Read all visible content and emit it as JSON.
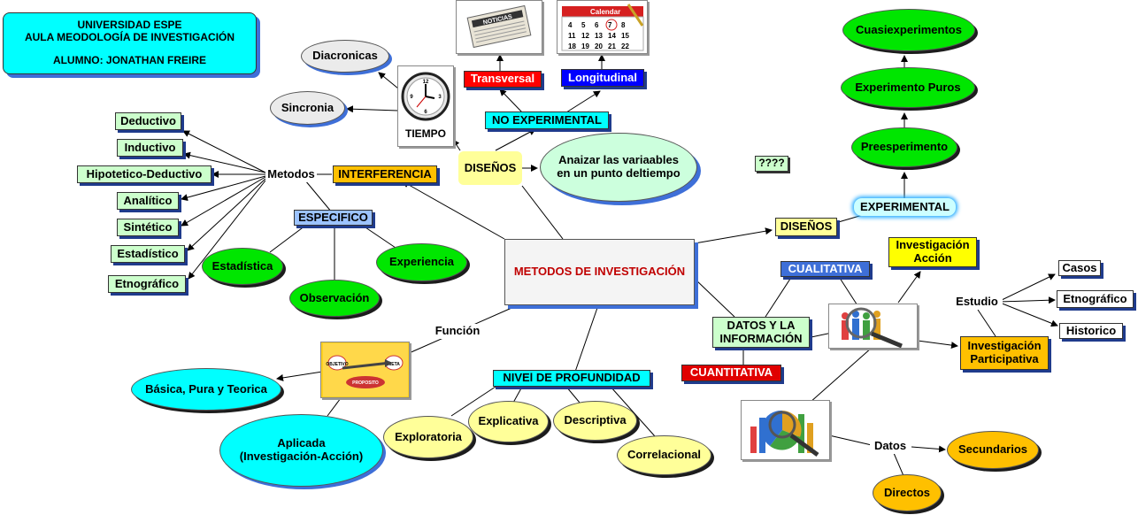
{
  "colors": {
    "cyan": "#00ffff",
    "green": "#00e600",
    "lightgreen": "#ccffcc",
    "yellow": "#ffff00",
    "paleyellow": "#ffff99",
    "orange": "#ffc000",
    "red": "#ff0000",
    "blue": "#0000ff",
    "steelblue": "#9cc3ff",
    "cardblue": "#3e6fd8",
    "lightcyan": "#ccffdd"
  },
  "header": {
    "line1": "UNIVERSIDAD ESPE",
    "line2": "AULA MEODOLOGÍA DE INVESTIGACIÓN",
    "line3": "ALUMNO: JONATHAN FREIRE"
  },
  "center": "METODOS DE INVESTIGACIÓN",
  "methods": {
    "label": "Metodos",
    "items": [
      "Deductivo",
      "Inductivo",
      "Hipotetico-Deductivo",
      "Analítico",
      "Sintético",
      "Estadístico",
      "Etnográfico"
    ]
  },
  "interference": "INTERFERENCIA",
  "specific": {
    "label": "ESPECIFICO",
    "items": [
      "Estadística",
      "Observación",
      "Experiencia"
    ]
  },
  "time": {
    "label": "TIEMPO",
    "items": [
      "Diacronicas",
      "Sincronia"
    ]
  },
  "designs_top": "DISEÑOS",
  "non_experimental": {
    "label": "NO EXPERIMENTAL",
    "items": [
      "Transversal",
      "Longitudinal"
    ],
    "newspaper": "NOTICIAS",
    "calendar": "Calendar"
  },
  "analyze": "Anaizar las variaables\nen un punto deltiempo",
  "designs_right": "DISEÑOS",
  "experimental": {
    "label": "EXPERIMENTAL",
    "items": [
      "Preesperimento",
      "Experimento Puros",
      "Cuasiexperimentos"
    ]
  },
  "question": "????",
  "data_info": "DATOS Y LA\nINFORMACIÓN",
  "qualitative": "CUALITATIVA",
  "quantitative": "CUANTITATIVA",
  "action_research": "Investigación\nAcción",
  "participative": "Investigación\nParticipativa",
  "study": {
    "label": "Estudio",
    "items": [
      "Casos",
      "Etnográfico",
      "Historico"
    ]
  },
  "datos": {
    "label": "Datos",
    "items": [
      "Secundarios",
      "Directos"
    ]
  },
  "function": {
    "label": "Función",
    "items": [
      "Básica, Pura y Teorica",
      "Aplicada\n(Investigación-Acción)"
    ],
    "img_left": "OBJETIVO",
    "img_right": "META",
    "img_bottom": "PROPOSITO"
  },
  "depth": {
    "label": "NIVEl DE PROFUNDIDAD",
    "items": [
      "Exploratoria",
      "Explicativa",
      "Descriptiva",
      "Correlacional"
    ]
  }
}
